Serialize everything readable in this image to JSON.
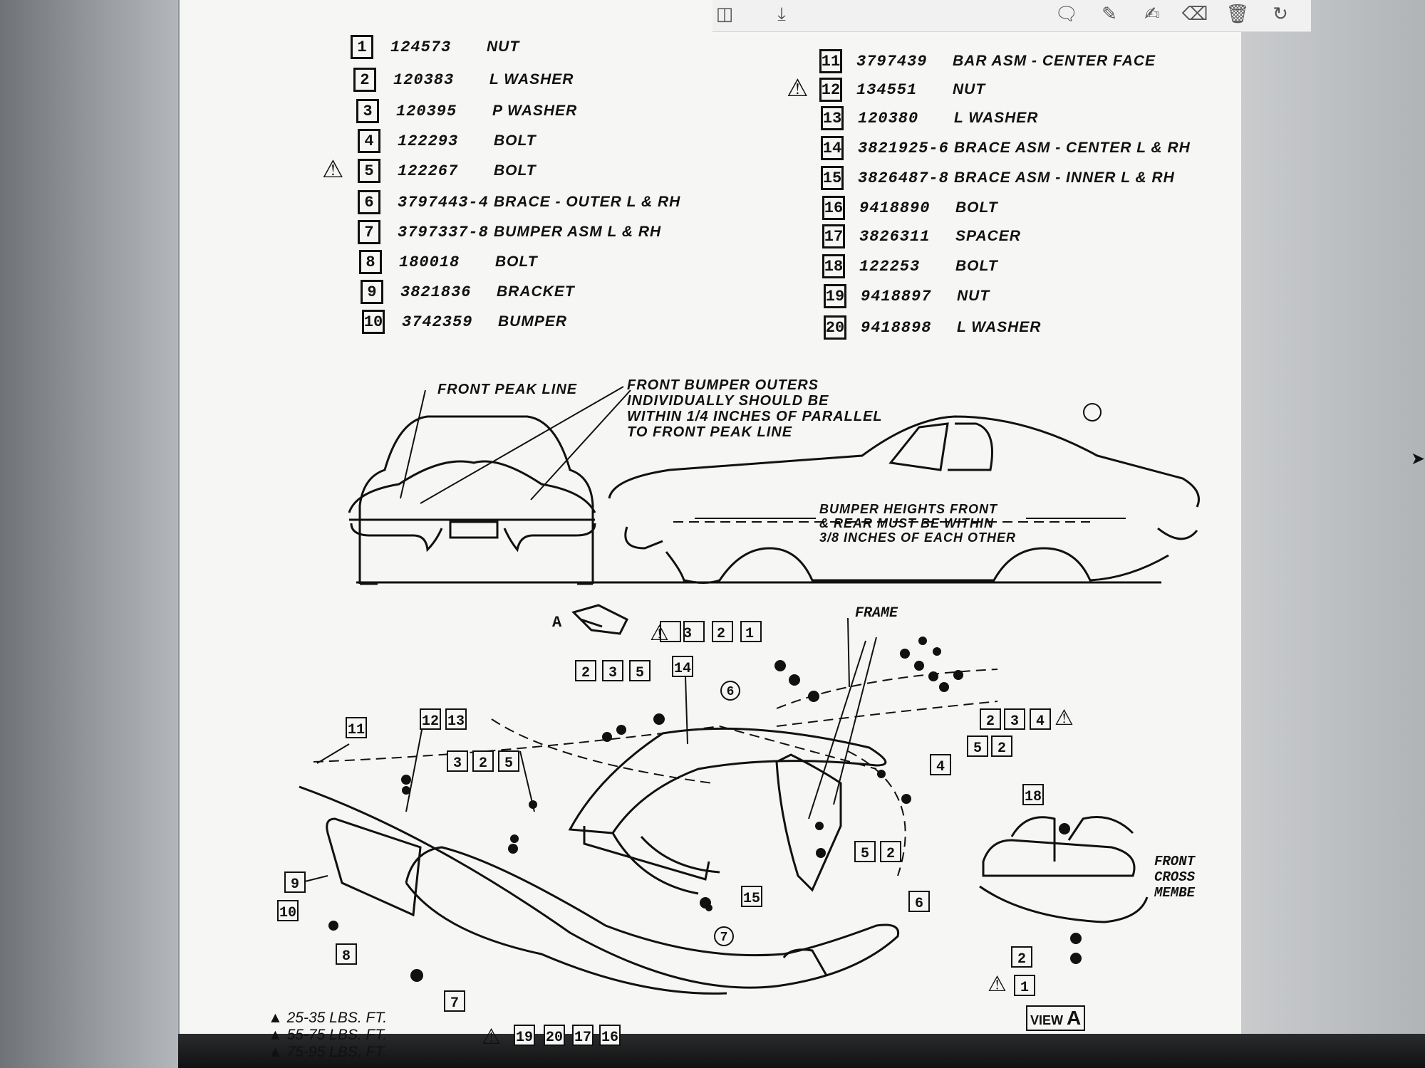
{
  "toolbar": {
    "icons": [
      "page-view-icon",
      "download-icon",
      "comment-icon",
      "highlight-icon",
      "draw-icon",
      "erase-icon",
      "delete-icon",
      "rotate-icon"
    ],
    "zoom": ""
  },
  "parts_left": [
    {
      "num": "1",
      "pn": "124573",
      "desc": "NUT"
    },
    {
      "num": "2",
      "pn": "120383",
      "desc": "L WASHER"
    },
    {
      "num": "3",
      "pn": "120395",
      "desc": "P WASHER"
    },
    {
      "num": "4",
      "pn": "122293",
      "desc": "BOLT"
    },
    {
      "num": "5",
      "pn": "122267",
      "desc": "BOLT"
    },
    {
      "num": "6",
      "pn": "3797443-4",
      "desc": "BRACE - OUTER L & RH"
    },
    {
      "num": "7",
      "pn": "3797337-8",
      "desc": "BUMPER ASM L & RH"
    },
    {
      "num": "8",
      "pn": "180018",
      "desc": "BOLT"
    },
    {
      "num": "9",
      "pn": "3821836",
      "desc": "BRACKET"
    },
    {
      "num": "10",
      "pn": "3742359",
      "desc": "BUMPER"
    }
  ],
  "parts_right": [
    {
      "num": "11",
      "pn": "3797439",
      "desc": "BAR ASM - CENTER FACE"
    },
    {
      "num": "12",
      "pn": "134551",
      "desc": "NUT"
    },
    {
      "num": "13",
      "pn": "120380",
      "desc": "L WASHER"
    },
    {
      "num": "14",
      "pn": "3821925-6",
      "desc": "BRACE ASM - CENTER L & RH"
    },
    {
      "num": "15",
      "pn": "3826487-8",
      "desc": "BRACE ASM - INNER L & RH"
    },
    {
      "num": "16",
      "pn": "9418890",
      "desc": "BOLT"
    },
    {
      "num": "17",
      "pn": "3826311",
      "desc": "SPACER"
    },
    {
      "num": "18",
      "pn": "122253",
      "desc": "BOLT"
    },
    {
      "num": "19",
      "pn": "9418897",
      "desc": "NUT"
    },
    {
      "num": "20",
      "pn": "9418898",
      "desc": "L WASHER"
    }
  ],
  "notes": {
    "front_peak": "FRONT PEAK LINE",
    "outers": [
      "FRONT BUMPER OUTERS",
      "INDIVIDUALLY SHOULD BE",
      "WITHIN 1/4 INCHES OF PARALLEL",
      "TO FRONT PEAK LINE"
    ],
    "heights": [
      "BUMPER HEIGHTS FRONT",
      "& REAR MUST BE WITHIN",
      "3/8 INCHES OF EACH OTHER"
    ],
    "frame": "FRAME",
    "cross": [
      "FRONT",
      "CROSS",
      "MEMBE"
    ],
    "view_a_label": "A",
    "view": "VIEW",
    "view_letter": "A"
  },
  "torque": [
    "25-35 LBS. FT.",
    "55-75 LBS. FT.",
    "75-95 LBS. FT."
  ]
}
